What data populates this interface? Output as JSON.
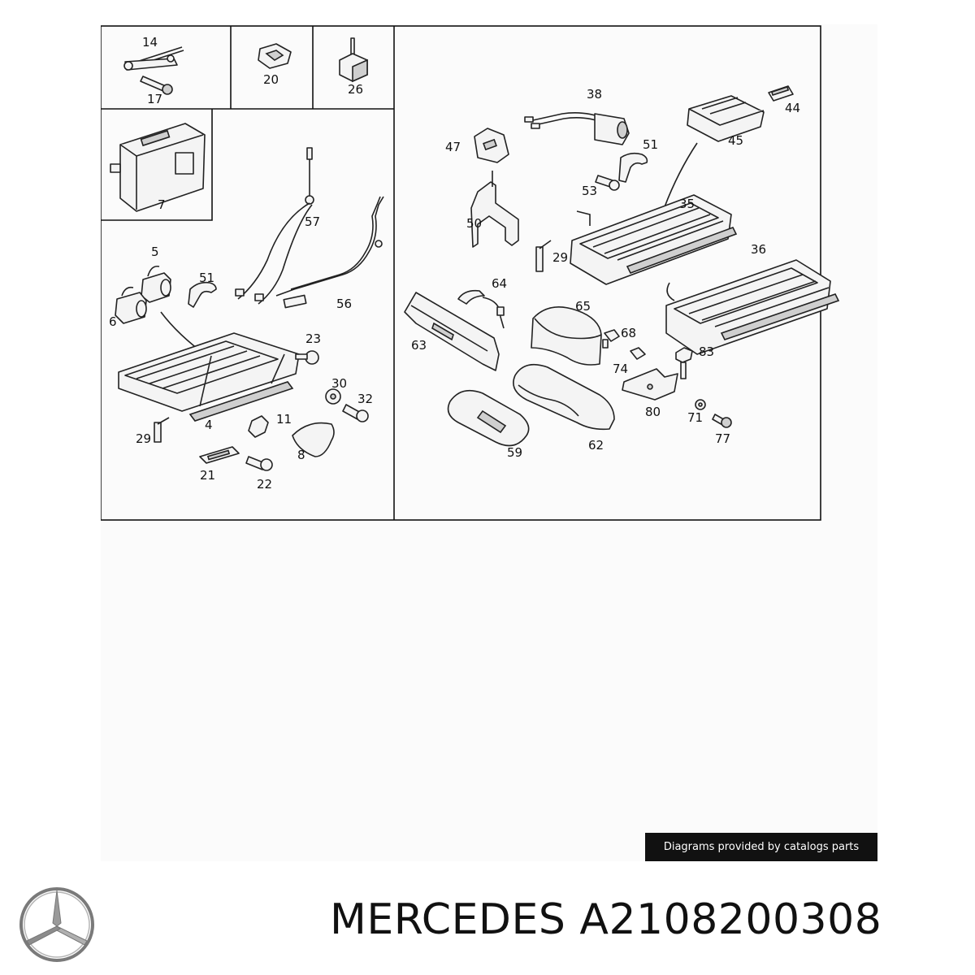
{
  "diagram": {
    "callouts": {
      "c14": "14",
      "c17": "17",
      "c20": "20",
      "c26": "26",
      "c7": "7",
      "c5": "5",
      "c6": "6",
      "c51a": "51",
      "c57": "57",
      "c56": "56",
      "c23": "23",
      "c30": "30",
      "c32": "32",
      "c11": "11",
      "c4": "4",
      "c29a": "29",
      "c8": "8",
      "c21": "21",
      "c22": "22",
      "c38": "38",
      "c44": "44",
      "c45": "45",
      "c47": "47",
      "c51b": "51",
      "c53": "53",
      "c35": "35",
      "c50": "50",
      "c29b": "29",
      "c36": "36",
      "c64": "64",
      "c65": "65",
      "c68": "68",
      "c63": "63",
      "c74": "74",
      "c83": "83",
      "c80": "80",
      "c71": "71",
      "c77": "77",
      "c59": "59",
      "c62": "62"
    }
  },
  "credit": "Diagrams provided by catalogs parts",
  "brand": "MERCEDES",
  "part_number": "A2108200308",
  "logo_icon": "mercedes-star-logo"
}
